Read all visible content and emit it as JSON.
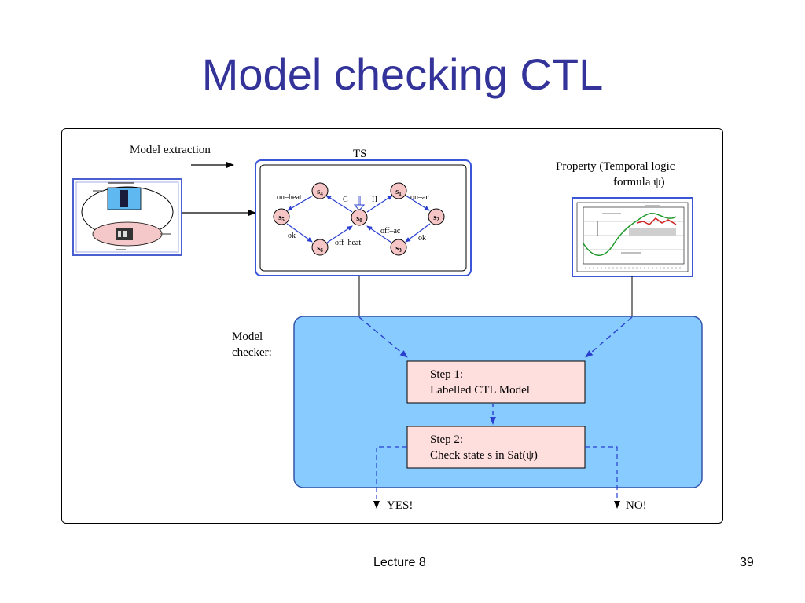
{
  "slide": {
    "title": "Model checking CTL",
    "footer": "Lecture 8",
    "page_number": "39"
  },
  "diagram": {
    "model_extraction_label": "Model extraction",
    "ts_label": "TS",
    "property_label_line1": "Property (Temporal logic",
    "property_label_line2": "formula ψ)",
    "model_checker_line1": "Model",
    "model_checker_line2": "checker:",
    "step1_line1": "Step 1:",
    "step1_line2": "Labelled CTL Model",
    "step2_line1": "Step 2:",
    "step2_line2": "Check state s in Sat(ψ)",
    "yes_label": "YES!",
    "no_label": "NO!",
    "states": [
      {
        "name": "s",
        "sub": "0"
      },
      {
        "name": "s",
        "sub": "1"
      },
      {
        "name": "s",
        "sub": "2"
      },
      {
        "name": "s",
        "sub": "3"
      },
      {
        "name": "s",
        "sub": "4"
      },
      {
        "name": "s",
        "sub": "5"
      },
      {
        "name": "s",
        "sub": "6"
      }
    ],
    "edge_labels": {
      "on_heat": "on–heat",
      "on_ac": "on–ac",
      "off_heat": "off–heat",
      "off_ac": "off–ac",
      "ok_left": "ok",
      "ok_right": "ok",
      "c": "C",
      "h": "H"
    },
    "colors": {
      "title": "#33339a",
      "checker_fill": "#87cbff",
      "step_fill": "#ffdede",
      "state_fill": "#f6c6c6",
      "arrow_blue": "#2a3fd0"
    }
  }
}
